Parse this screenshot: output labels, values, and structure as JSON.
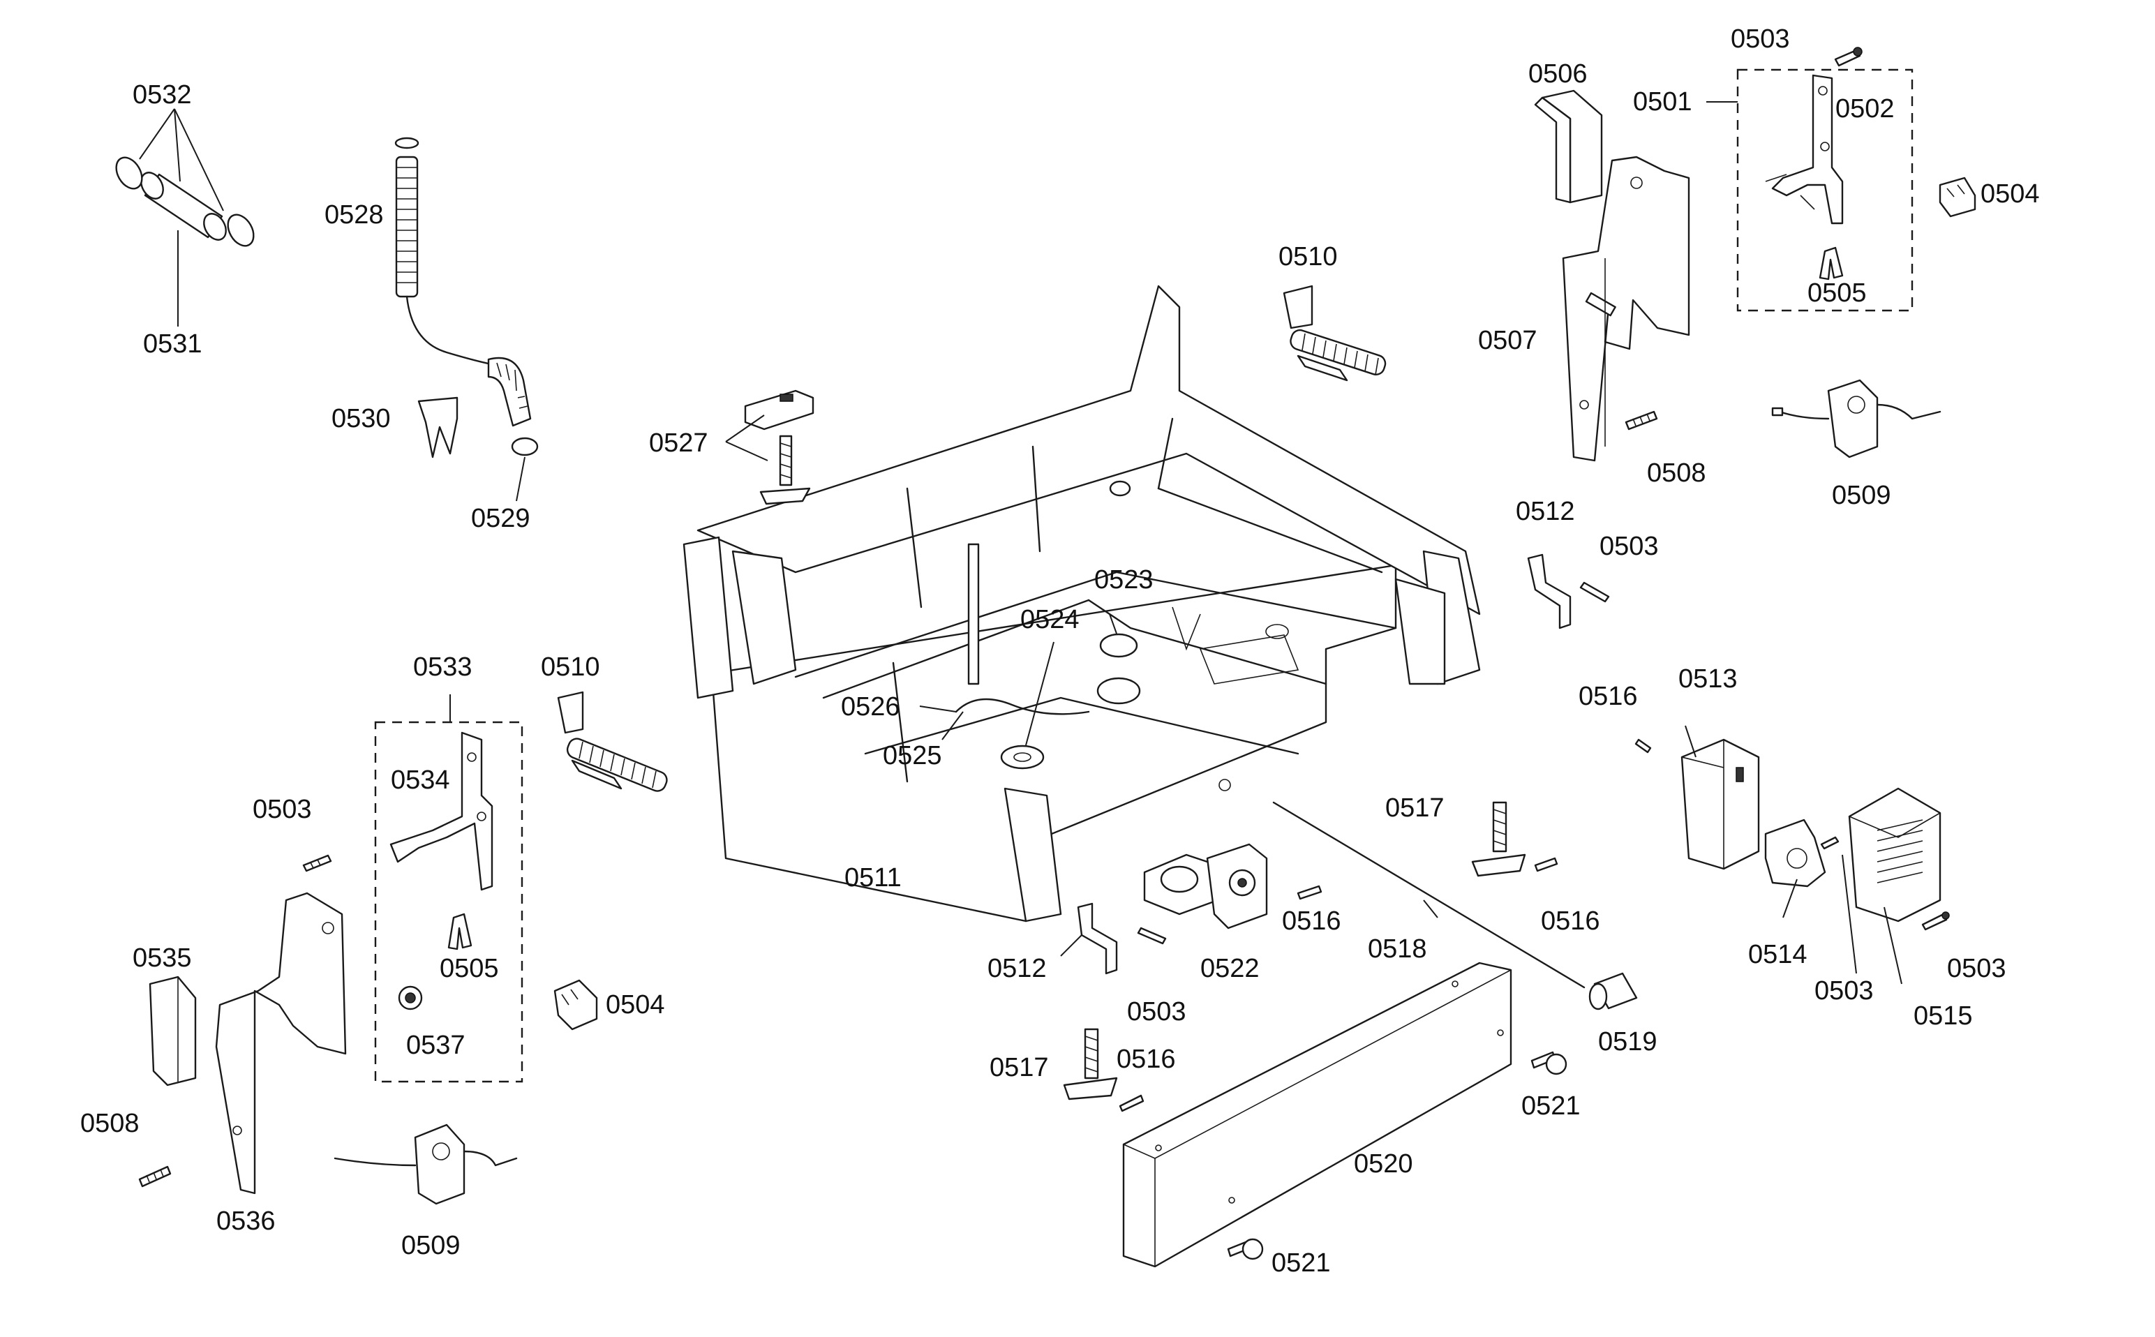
{
  "diagram": {
    "labels": {
      "l0532": "0532",
      "l0531": "0531",
      "l0528": "0528",
      "l0530": "0530",
      "l0529": "0529",
      "l0527": "0527",
      "l0510_top": "0510",
      "l0506": "0506",
      "l0503_top": "0503",
      "l0501": "0501",
      "l0502": "0502",
      "l0504_top": "0504",
      "l0505_top": "0505",
      "l0507": "0507",
      "l0508_right": "0508",
      "l0509_right": "0509",
      "l0523": "0523",
      "l0524": "0524",
      "l0526": "0526",
      "l0525": "0525",
      "l0512_right": "0512",
      "l0503_right": "0503",
      "l0516_a": "0516",
      "l0513": "0513",
      "l0533": "0533",
      "l0534": "0534",
      "l0510_left": "0510",
      "l0503_left": "0503",
      "l0511": "0511",
      "l0505_left": "0505",
      "l0504_left": "0504",
      "l0535": "0535",
      "l0537": "0537",
      "l0508_left": "0508",
      "l0536": "0536",
      "l0509_left": "0509",
      "l0517_a": "0517",
      "l0516_b": "0516",
      "l0516_c": "0516",
      "l0518": "0518",
      "l0512_mid": "0512",
      "l0503_mid": "0503",
      "l0522": "0522",
      "l0519": "0519",
      "l0514": "0514",
      "l0503_b": "0503",
      "l0503_c": "0503",
      "l0515": "0515",
      "l0517_b": "0517",
      "l0516_d": "0516",
      "l0521_a": "0521",
      "l0520": "0520",
      "l0521_b": "0521"
    }
  }
}
